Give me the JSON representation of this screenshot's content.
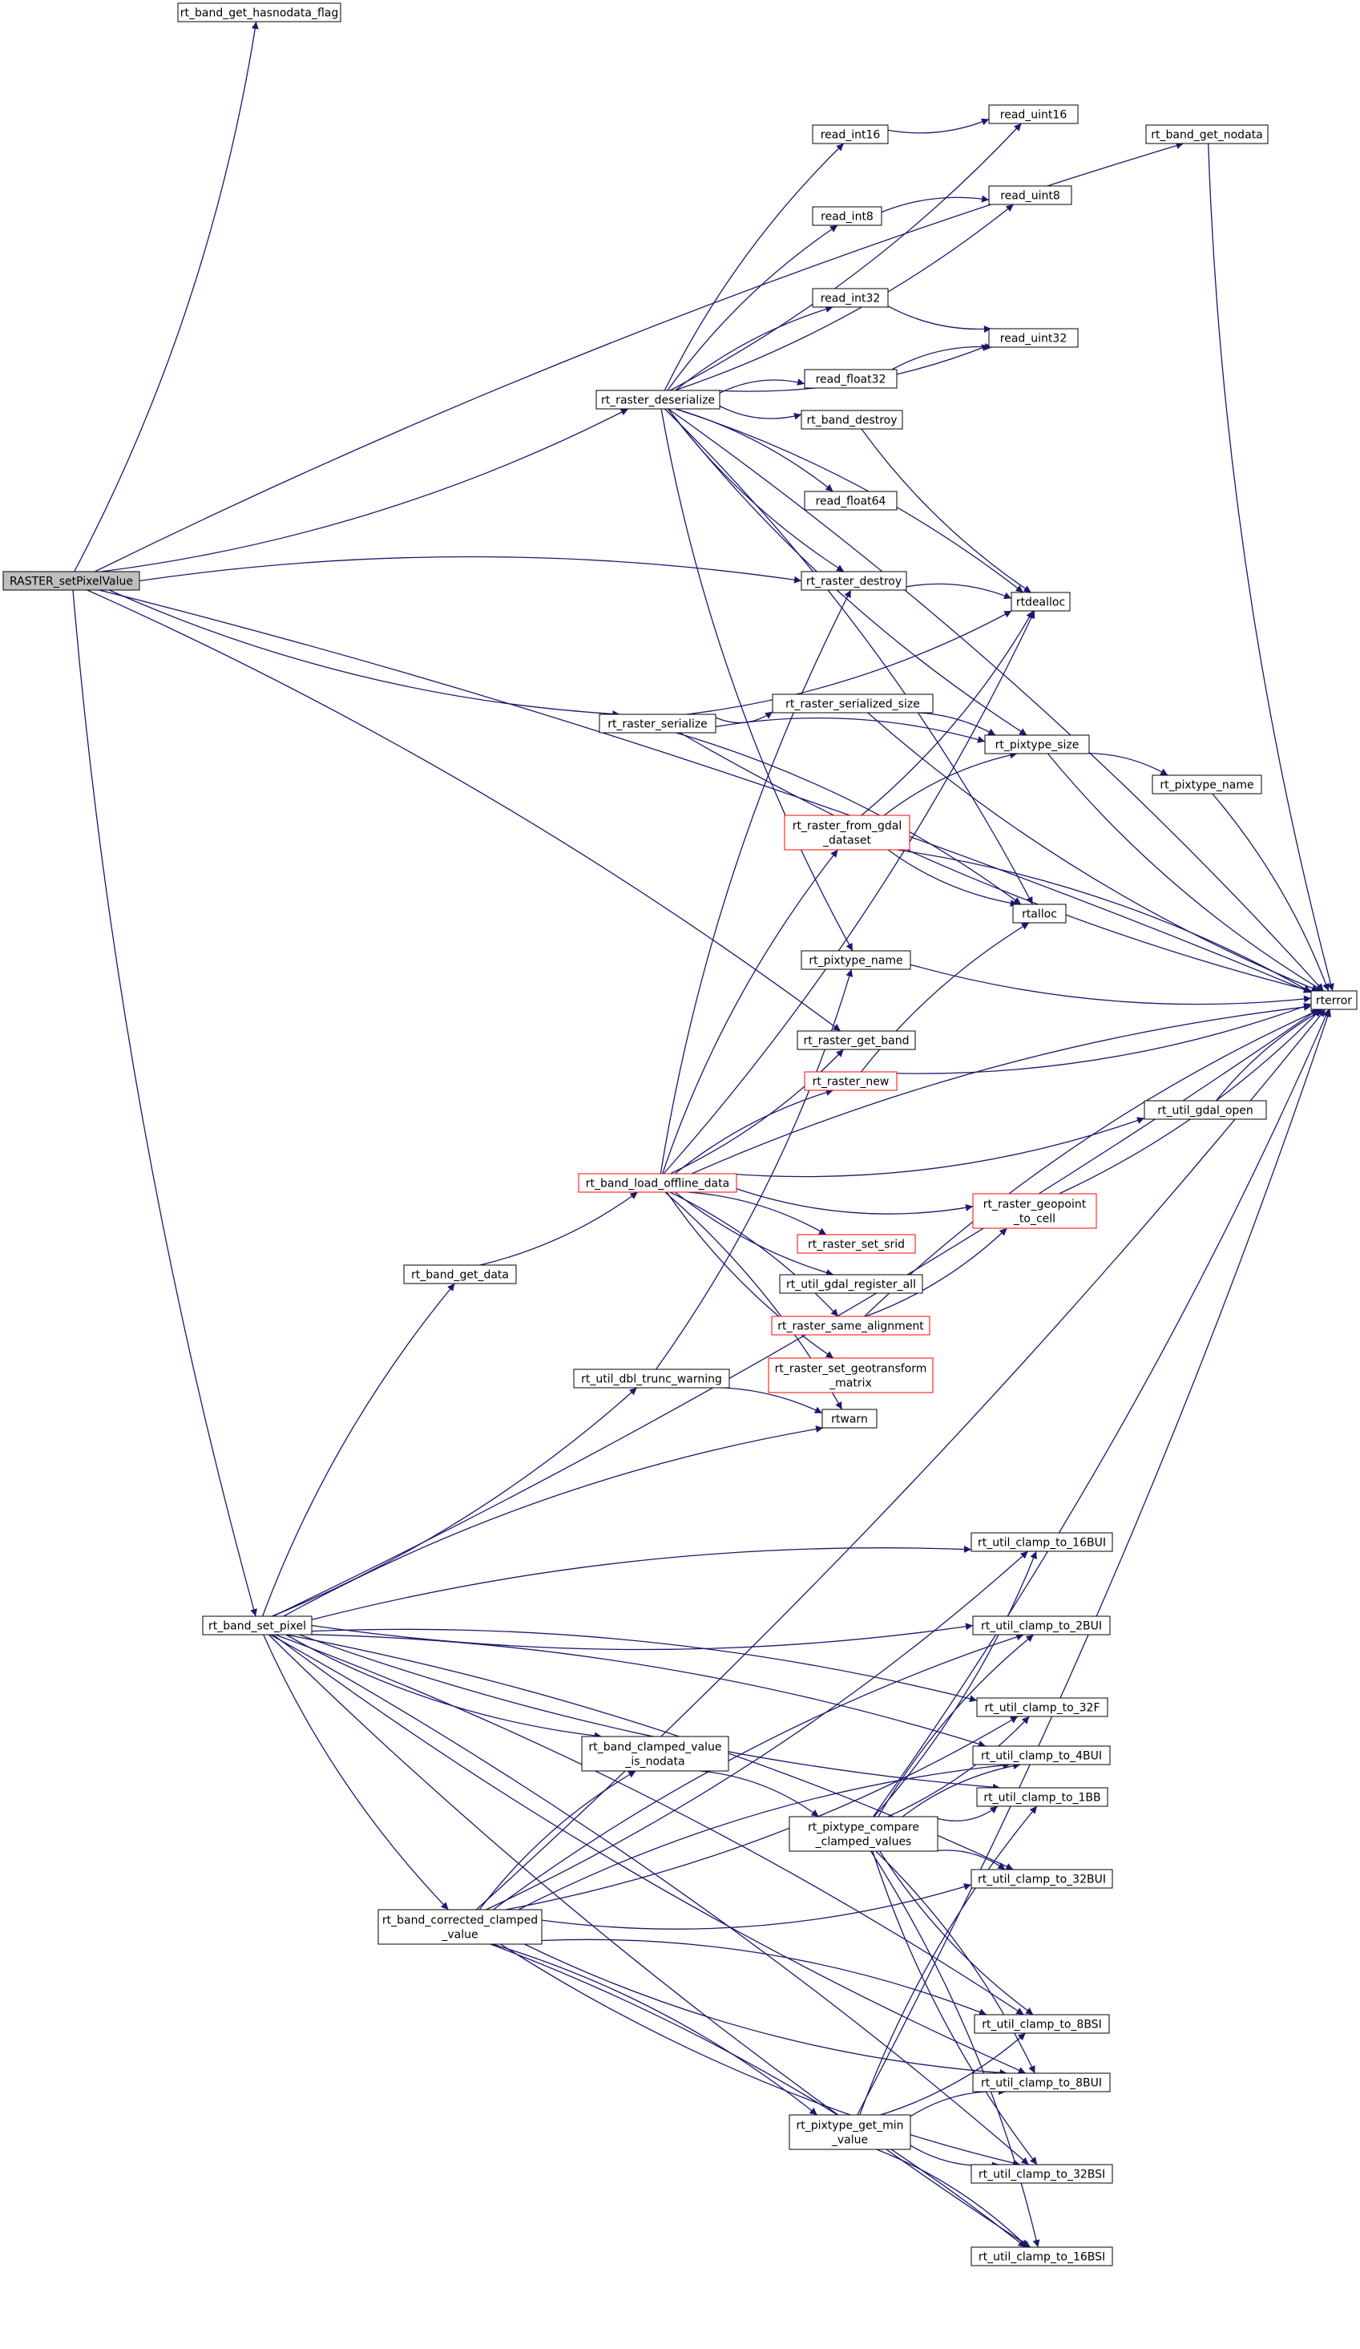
{
  "diagram": {
    "root": "n_root",
    "colors": {
      "edge": "#191970",
      "node_border": "#000000",
      "node_border_truncated": "#ff0000",
      "root_fill": "#bfbfbf",
      "node_fill": "#ffffff"
    },
    "nodes": [
      {
        "id": "n_root",
        "lines": [
          "RASTER_setPixelValue"
        ]
      },
      {
        "id": "n_hasnodata",
        "lines": [
          "rt_band_get_hasnodata_flag"
        ]
      },
      {
        "id": "n_getnodata",
        "lines": [
          "rt_band_get_nodata"
        ]
      },
      {
        "id": "n_deser",
        "lines": [
          "rt_raster_deserialize"
        ]
      },
      {
        "id": "n_rint16",
        "lines": [
          "read_int16"
        ]
      },
      {
        "id": "n_ruint16",
        "lines": [
          "read_uint16"
        ]
      },
      {
        "id": "n_rint8",
        "lines": [
          "read_int8"
        ]
      },
      {
        "id": "n_ruint8",
        "lines": [
          "read_uint8"
        ]
      },
      {
        "id": "n_rint32",
        "lines": [
          "read_int32"
        ]
      },
      {
        "id": "n_ruint32",
        "lines": [
          "read_uint32"
        ]
      },
      {
        "id": "n_rfloat32",
        "lines": [
          "read_float32"
        ]
      },
      {
        "id": "n_banddestroy",
        "lines": [
          "rt_band_destroy"
        ]
      },
      {
        "id": "n_rfloat64",
        "lines": [
          "read_float64"
        ]
      },
      {
        "id": "n_rasterdestroy",
        "lines": [
          "rt_raster_destroy"
        ]
      },
      {
        "id": "n_rtdealloc",
        "lines": [
          "rtdealloc"
        ]
      },
      {
        "id": "n_serialize",
        "lines": [
          "rt_raster_serialize"
        ]
      },
      {
        "id": "n_sersize",
        "lines": [
          "rt_raster_serialized_size"
        ]
      },
      {
        "id": "n_pixsize",
        "lines": [
          "rt_pixtype_size"
        ]
      },
      {
        "id": "n_pixname_r",
        "lines": [
          "rt_pixtype_name"
        ]
      },
      {
        "id": "n_fromgdal",
        "lines": [
          "rt_raster_from_gdal",
          "_dataset"
        ],
        "truncated": true
      },
      {
        "id": "n_rtalloc",
        "lines": [
          "rtalloc"
        ]
      },
      {
        "id": "n_pixname",
        "lines": [
          "rt_pixtype_name"
        ]
      },
      {
        "id": "n_rterror",
        "lines": [
          "rterror"
        ]
      },
      {
        "id": "n_getband",
        "lines": [
          "rt_raster_get_band"
        ]
      },
      {
        "id": "n_rnew",
        "lines": [
          "rt_raster_new"
        ],
        "truncated": true
      },
      {
        "id": "n_gdalopen",
        "lines": [
          "rt_util_gdal_open"
        ]
      },
      {
        "id": "n_loadoff",
        "lines": [
          "rt_band_load_offline_data"
        ],
        "truncated": true
      },
      {
        "id": "n_geopoint",
        "lines": [
          "rt_raster_geopoint",
          "_to_cell"
        ],
        "truncated": true
      },
      {
        "id": "n_setsrid",
        "lines": [
          "rt_raster_set_srid"
        ],
        "truncated": true
      },
      {
        "id": "n_getdata",
        "lines": [
          "rt_band_get_data"
        ]
      },
      {
        "id": "n_regall",
        "lines": [
          "rt_util_gdal_register_all"
        ]
      },
      {
        "id": "n_samealign",
        "lines": [
          "rt_raster_same_alignment"
        ],
        "truncated": true
      },
      {
        "id": "n_setgeo",
        "lines": [
          "rt_raster_set_geotransform",
          "_matrix"
        ],
        "truncated": true
      },
      {
        "id": "n_dbltrunc",
        "lines": [
          "rt_util_dbl_trunc_warning"
        ]
      },
      {
        "id": "n_rtwarn",
        "lines": [
          "rtwarn"
        ]
      },
      {
        "id": "n_c16bui",
        "lines": [
          "rt_util_clamp_to_16BUI"
        ]
      },
      {
        "id": "n_setpixel",
        "lines": [
          "rt_band_set_pixel"
        ]
      },
      {
        "id": "n_c2bui",
        "lines": [
          "rt_util_clamp_to_2BUI"
        ]
      },
      {
        "id": "n_c32f",
        "lines": [
          "rt_util_clamp_to_32F"
        ]
      },
      {
        "id": "n_clampnodata",
        "lines": [
          "rt_band_clamped_value",
          "_is_nodata"
        ]
      },
      {
        "id": "n_c4bui",
        "lines": [
          "rt_util_clamp_to_4BUI"
        ]
      },
      {
        "id": "n_c1bb",
        "lines": [
          "rt_util_clamp_to_1BB"
        ]
      },
      {
        "id": "n_compare",
        "lines": [
          "rt_pixtype_compare",
          "_clamped_values"
        ]
      },
      {
        "id": "n_c32bui",
        "lines": [
          "rt_util_clamp_to_32BUI"
        ]
      },
      {
        "id": "n_corrected",
        "lines": [
          "rt_band_corrected_clamped",
          "_value"
        ]
      },
      {
        "id": "n_c8bsi",
        "lines": [
          "rt_util_clamp_to_8BSI"
        ]
      },
      {
        "id": "n_c8bui",
        "lines": [
          "rt_util_clamp_to_8BUI"
        ]
      },
      {
        "id": "n_getmin",
        "lines": [
          "rt_pixtype_get_min",
          "_value"
        ]
      },
      {
        "id": "n_c32bsi",
        "lines": [
          "rt_util_clamp_to_32BSI"
        ]
      },
      {
        "id": "n_c16bsi",
        "lines": [
          "rt_util_clamp_to_16BSI"
        ]
      }
    ],
    "edges": [
      [
        "n_root",
        "n_hasnodata"
      ],
      [
        "n_root",
        "n_getnodata"
      ],
      [
        "n_root",
        "n_deser"
      ],
      [
        "n_root",
        "n_rasterdestroy"
      ],
      [
        "n_root",
        "n_serialize"
      ],
      [
        "n_root",
        "n_getband"
      ],
      [
        "n_root",
        "n_setpixel"
      ],
      [
        "n_root",
        "n_rterror"
      ],
      [
        "n_getnodata",
        "n_rterror"
      ],
      [
        "n_deser",
        "n_rint16"
      ],
      [
        "n_deser",
        "n_ruint16"
      ],
      [
        "n_deser",
        "n_rint8"
      ],
      [
        "n_deser",
        "n_ruint8"
      ],
      [
        "n_deser",
        "n_rint32"
      ],
      [
        "n_deser",
        "n_ruint32"
      ],
      [
        "n_deser",
        "n_rfloat32"
      ],
      [
        "n_deser",
        "n_banddestroy"
      ],
      [
        "n_deser",
        "n_rfloat64"
      ],
      [
        "n_deser",
        "n_rasterdestroy"
      ],
      [
        "n_deser",
        "n_rtdealloc"
      ],
      [
        "n_deser",
        "n_pixsize"
      ],
      [
        "n_deser",
        "n_rtalloc"
      ],
      [
        "n_deser",
        "n_pixname"
      ],
      [
        "n_deser",
        "n_rterror"
      ],
      [
        "n_rint16",
        "n_ruint16"
      ],
      [
        "n_rint8",
        "n_ruint8"
      ],
      [
        "n_rint32",
        "n_ruint32"
      ],
      [
        "n_rfloat32",
        "n_ruint32"
      ],
      [
        "n_banddestroy",
        "n_rtdealloc"
      ],
      [
        "n_rasterdestroy",
        "n_rtdealloc"
      ],
      [
        "n_serialize",
        "n_sersize"
      ],
      [
        "n_serialize",
        "n_pixsize"
      ],
      [
        "n_serialize",
        "n_rtdealloc"
      ],
      [
        "n_serialize",
        "n_rtalloc"
      ],
      [
        "n_serialize",
        "n_rterror"
      ],
      [
        "n_sersize",
        "n_pixsize"
      ],
      [
        "n_sersize",
        "n_rterror"
      ],
      [
        "n_pixsize",
        "n_pixname_r"
      ],
      [
        "n_pixsize",
        "n_rterror"
      ],
      [
        "n_pixname_r",
        "n_rterror"
      ],
      [
        "n_fromgdal",
        "n_rtdealloc"
      ],
      [
        "n_fromgdal",
        "n_pixsize"
      ],
      [
        "n_fromgdal",
        "n_rtalloc"
      ],
      [
        "n_fromgdal",
        "n_rterror"
      ],
      [
        "n_pixname",
        "n_rterror"
      ],
      [
        "n_rnew",
        "n_rtalloc"
      ],
      [
        "n_rnew",
        "n_rterror"
      ],
      [
        "n_gdalopen",
        "n_rterror"
      ],
      [
        "n_geopoint",
        "n_rterror"
      ],
      [
        "n_samealign",
        "n_rterror"
      ],
      [
        "n_samealign",
        "n_geopoint"
      ],
      [
        "n_loadoff",
        "n_rasterdestroy"
      ],
      [
        "n_loadoff",
        "n_rtdealloc"
      ],
      [
        "n_loadoff",
        "n_fromgdal"
      ],
      [
        "n_loadoff",
        "n_getband"
      ],
      [
        "n_loadoff",
        "n_rnew"
      ],
      [
        "n_loadoff",
        "n_gdalopen"
      ],
      [
        "n_loadoff",
        "n_rterror"
      ],
      [
        "n_loadoff",
        "n_geopoint"
      ],
      [
        "n_loadoff",
        "n_setsrid"
      ],
      [
        "n_loadoff",
        "n_regall"
      ],
      [
        "n_loadoff",
        "n_samealign"
      ],
      [
        "n_loadoff",
        "n_setgeo"
      ],
      [
        "n_loadoff",
        "n_rtwarn"
      ],
      [
        "n_getdata",
        "n_loadoff"
      ],
      [
        "n_dbltrunc",
        "n_rtwarn"
      ],
      [
        "n_dbltrunc",
        "n_pixname"
      ],
      [
        "n_setpixel",
        "n_getdata"
      ],
      [
        "n_setpixel",
        "n_dbltrunc"
      ],
      [
        "n_setpixel",
        "n_rtwarn"
      ],
      [
        "n_setpixel",
        "n_rterror"
      ],
      [
        "n_setpixel",
        "n_c16bui"
      ],
      [
        "n_setpixel",
        "n_c2bui"
      ],
      [
        "n_setpixel",
        "n_c32f"
      ],
      [
        "n_setpixel",
        "n_clampnodata"
      ],
      [
        "n_setpixel",
        "n_c4bui"
      ],
      [
        "n_setpixel",
        "n_c1bb"
      ],
      [
        "n_setpixel",
        "n_c32bui"
      ],
      [
        "n_setpixel",
        "n_corrected"
      ],
      [
        "n_setpixel",
        "n_c8bsi"
      ],
      [
        "n_setpixel",
        "n_c8bui"
      ],
      [
        "n_setpixel",
        "n_c32bsi"
      ],
      [
        "n_setpixel",
        "n_c16bsi"
      ],
      [
        "n_clampnodata",
        "n_compare"
      ],
      [
        "n_compare",
        "n_c16bui"
      ],
      [
        "n_compare",
        "n_c2bui"
      ],
      [
        "n_compare",
        "n_c32f"
      ],
      [
        "n_compare",
        "n_c4bui"
      ],
      [
        "n_compare",
        "n_c1bb"
      ],
      [
        "n_compare",
        "n_c32bui"
      ],
      [
        "n_compare",
        "n_c8bsi"
      ],
      [
        "n_compare",
        "n_c8bui"
      ],
      [
        "n_compare",
        "n_c32bsi"
      ],
      [
        "n_compare",
        "n_c16bsi"
      ],
      [
        "n_compare",
        "n_rterror"
      ],
      [
        "n_corrected",
        "n_clampnodata"
      ],
      [
        "n_corrected",
        "n_c16bui"
      ],
      [
        "n_corrected",
        "n_c2bui"
      ],
      [
        "n_corrected",
        "n_c32f"
      ],
      [
        "n_corrected",
        "n_c4bui"
      ],
      [
        "n_corrected",
        "n_c32bui"
      ],
      [
        "n_corrected",
        "n_c8bsi"
      ],
      [
        "n_corrected",
        "n_c8bui"
      ],
      [
        "n_corrected",
        "n_getmin"
      ],
      [
        "n_corrected",
        "n_c32bsi"
      ],
      [
        "n_corrected",
        "n_c16bsi"
      ],
      [
        "n_corrected",
        "n_rterror"
      ],
      [
        "n_getmin",
        "n_c1bb"
      ],
      [
        "n_getmin",
        "n_c8bsi"
      ],
      [
        "n_getmin",
        "n_c8bui"
      ],
      [
        "n_getmin",
        "n_c32bsi"
      ],
      [
        "n_getmin",
        "n_c16bsi"
      ],
      [
        "n_getmin",
        "n_rterror"
      ]
    ]
  }
}
